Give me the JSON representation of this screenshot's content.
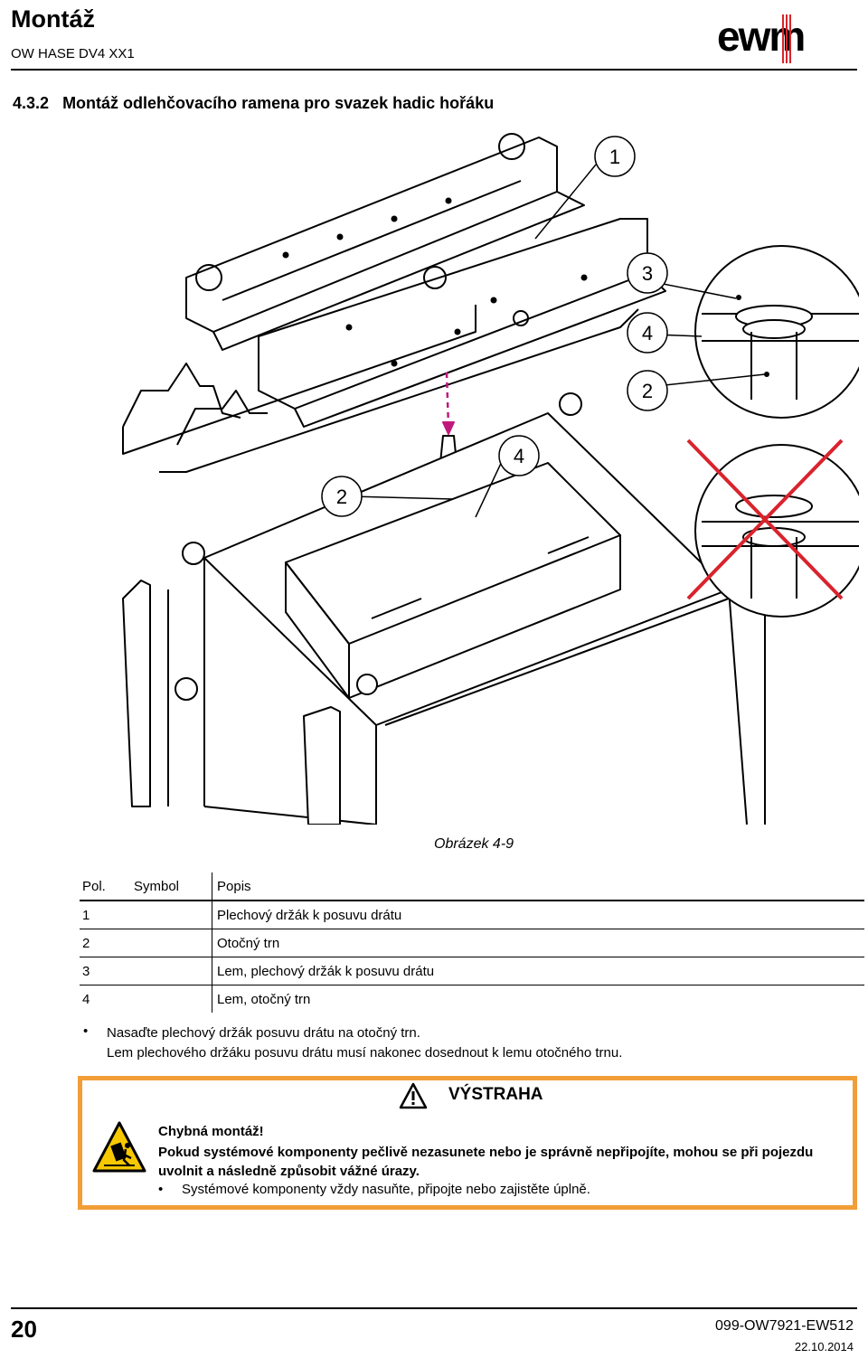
{
  "header": {
    "title": "Montáž",
    "subtitle": "OW HASE DV4 XX1",
    "logo_text": "ewm"
  },
  "section": {
    "number": "4.3.2",
    "title": "Montáž odlehčovacího ramena pro svazek hadic hořáku"
  },
  "figure": {
    "callouts": [
      "1",
      "3",
      "4",
      "2",
      "4",
      "2"
    ],
    "caption": "Obrázek 4-9",
    "accent_color": "#c0197c",
    "cross_color": "#d9232d"
  },
  "legend": {
    "headers": [
      "Pol.",
      "Symbol",
      "Popis"
    ],
    "rows": [
      {
        "pos": "1",
        "symbol": "",
        "desc": "Plechový držák k posuvu drátu"
      },
      {
        "pos": "2",
        "symbol": "",
        "desc": "Otočný trn"
      },
      {
        "pos": "3",
        "symbol": "",
        "desc": "Lem, plechový držák k posuvu drátu"
      },
      {
        "pos": "4",
        "symbol": "",
        "desc": "Lem, otočný trn"
      }
    ]
  },
  "instructions": {
    "bullet": "•",
    "line1": "Nasaďte plechový držák posuvu drátu na otočný trn.",
    "line2": "Lem plechového držáku posuvu drátu musí nakonec dosednout k lemu otočného trnu."
  },
  "warning": {
    "title": "VÝSTRAHA",
    "border_color": "#f29e38",
    "icon": "warning-triangle-icon",
    "sign": "tipping-hazard-sign-icon",
    "heading": "Chybná montáž!",
    "text1": "Pokud systémové komponenty pečlivě nezasunete nebo je správně nepřipojíte, mohou se při pojezdu",
    "text2": "uvolnit a následně způsobit vážné úrazy.",
    "bullet": "•",
    "bullet_text": "Systémové komponenty vždy nasuňte, připojte nebo zajistěte úplně."
  },
  "footer": {
    "page": "20",
    "doc": "099-OW7921-EW512",
    "date": "22.10.2014"
  }
}
